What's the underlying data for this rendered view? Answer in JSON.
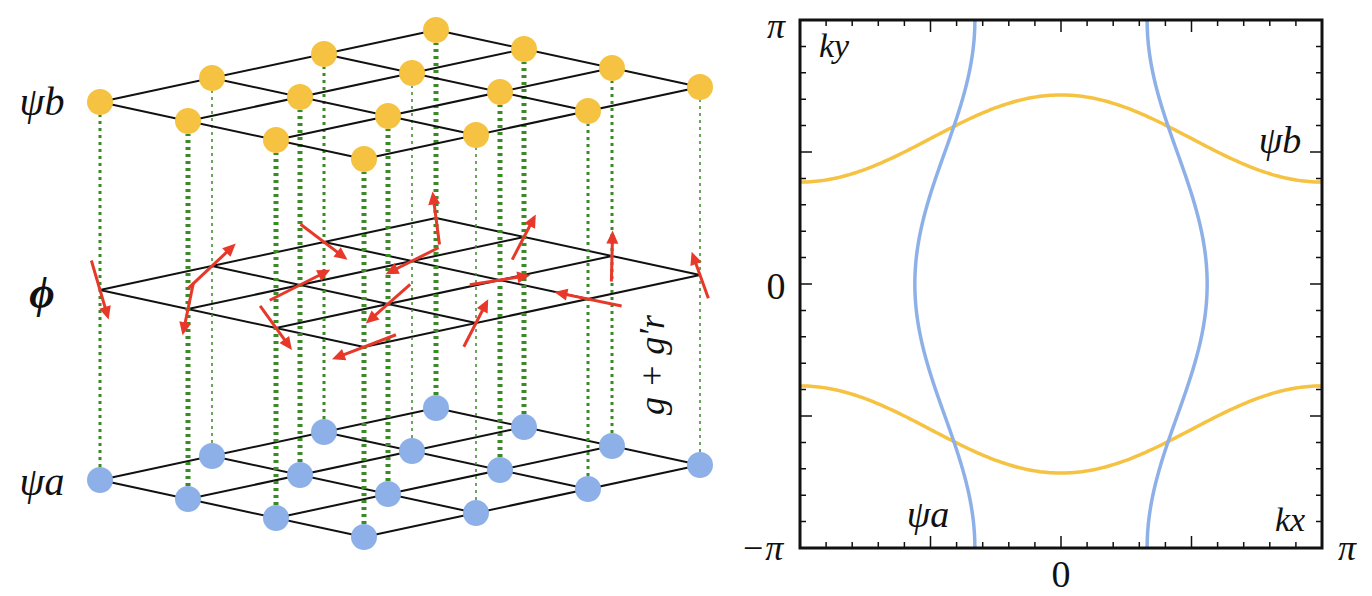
{
  "diagram": {
    "labels": [
      "ψb",
      "ϕ",
      "ψa",
      "g + g′r",
      "π",
      "ky",
      "ψb",
      "0",
      "−π",
      "ψa",
      "kx",
      "0",
      "π"
    ]
  }
}
